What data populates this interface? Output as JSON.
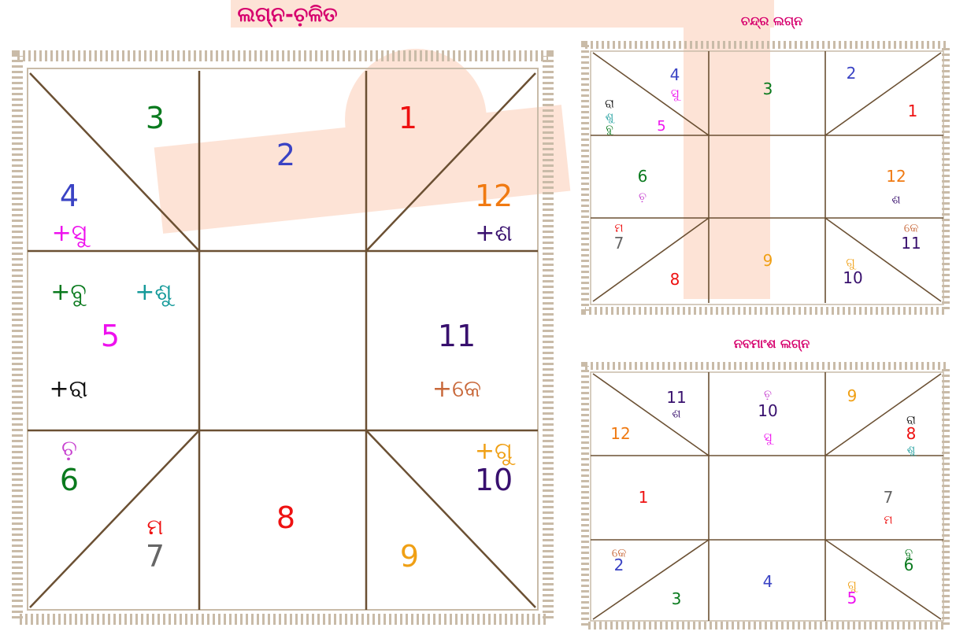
{
  "colors": {
    "title": "#d6006d",
    "line": "#6b5033",
    "frame": "#c9bba8",
    "watermark": "#fde3d6",
    "green": "#0a7a1e",
    "blue": "#3a43c4",
    "red": "#ee1111",
    "orange": "#f07a12",
    "magenta": "#ee11ee",
    "purple": "#38106e",
    "gray": "#666666",
    "black": "#111111",
    "teal": "#159a9a",
    "brown": "#c8683a",
    "gold": "#f0a015",
    "pink": "#c742d0"
  },
  "charts": [
    {
      "id": "lagna",
      "title": "ଲଗ୍ନ-ଚ଼ଳିତ",
      "labels": [
        {
          "t": "3",
          "c": "green"
        },
        {
          "t": "1",
          "c": "red"
        },
        {
          "t": "2",
          "c": "blue"
        },
        {
          "t": "4",
          "c": "blue"
        },
        {
          "t": "+ସୁ",
          "c": "magenta"
        },
        {
          "t": "12",
          "c": "orange"
        },
        {
          "t": "+ଶ",
          "c": "purple"
        },
        {
          "t": "+ବୁ",
          "c": "green"
        },
        {
          "t": "+ଶୁ",
          "c": "teal"
        },
        {
          "t": "5",
          "c": "magenta"
        },
        {
          "t": "11",
          "c": "purple"
        },
        {
          "t": "+ରା",
          "c": "black"
        },
        {
          "t": "+କେ",
          "c": "brown"
        },
        {
          "t": "ଚ଼",
          "c": "pink"
        },
        {
          "t": "6",
          "c": "green"
        },
        {
          "t": "+ଗୁ",
          "c": "gold"
        },
        {
          "t": "10",
          "c": "purple"
        },
        {
          "t": "8",
          "c": "red"
        },
        {
          "t": "ମ",
          "c": "red"
        },
        {
          "t": "7",
          "c": "gray"
        },
        {
          "t": "9",
          "c": "gold"
        }
      ]
    },
    {
      "id": "chandra",
      "title": "ଚନ୍ଦ୍ର ଲଗ୍ନ",
      "labels": [
        {
          "t": "4",
          "c": "blue"
        },
        {
          "t": "ସୁ",
          "c": "magenta"
        },
        {
          "t": "3",
          "c": "green"
        },
        {
          "t": "2",
          "c": "blue"
        },
        {
          "t": "ରା",
          "c": "black"
        },
        {
          "t": "ଶୁ",
          "c": "teal"
        },
        {
          "t": "ବୁ",
          "c": "green"
        },
        {
          "t": "5",
          "c": "magenta"
        },
        {
          "t": "1",
          "c": "red"
        },
        {
          "t": "6",
          "c": "green"
        },
        {
          "t": "ଚ଼",
          "c": "pink"
        },
        {
          "t": "12",
          "c": "orange"
        },
        {
          "t": "ଶ",
          "c": "purple"
        },
        {
          "t": "ମ",
          "c": "red"
        },
        {
          "t": "7",
          "c": "gray"
        },
        {
          "t": "9",
          "c": "gold"
        },
        {
          "t": "କେ",
          "c": "brown"
        },
        {
          "t": "11",
          "c": "purple"
        },
        {
          "t": "8",
          "c": "red"
        },
        {
          "t": "ଗୁ",
          "c": "gold"
        },
        {
          "t": "10",
          "c": "purple"
        }
      ]
    },
    {
      "id": "navamsha",
      "title": "ନବମାଂଶ ଲଗ୍ନ",
      "labels": [
        {
          "t": "11",
          "c": "purple"
        },
        {
          "t": "ଶ",
          "c": "purple"
        },
        {
          "t": "ଚ଼",
          "c": "pink"
        },
        {
          "t": "10",
          "c": "purple"
        },
        {
          "t": "9",
          "c": "gold"
        },
        {
          "t": "12",
          "c": "orange"
        },
        {
          "t": "ସୁ",
          "c": "magenta"
        },
        {
          "t": "ରା",
          "c": "black"
        },
        {
          "t": "8",
          "c": "red"
        },
        {
          "t": "ଶୁ",
          "c": "teal"
        },
        {
          "t": "1",
          "c": "red"
        },
        {
          "t": "7",
          "c": "gray"
        },
        {
          "t": "ମ",
          "c": "red"
        },
        {
          "t": "କେ",
          "c": "brown"
        },
        {
          "t": "2",
          "c": "blue"
        },
        {
          "t": "ବୁ",
          "c": "green"
        },
        {
          "t": "6",
          "c": "green"
        },
        {
          "t": "4",
          "c": "blue"
        },
        {
          "t": "3",
          "c": "green"
        },
        {
          "t": "ଗୁ",
          "c": "gold"
        },
        {
          "t": "5",
          "c": "magenta"
        }
      ]
    }
  ]
}
